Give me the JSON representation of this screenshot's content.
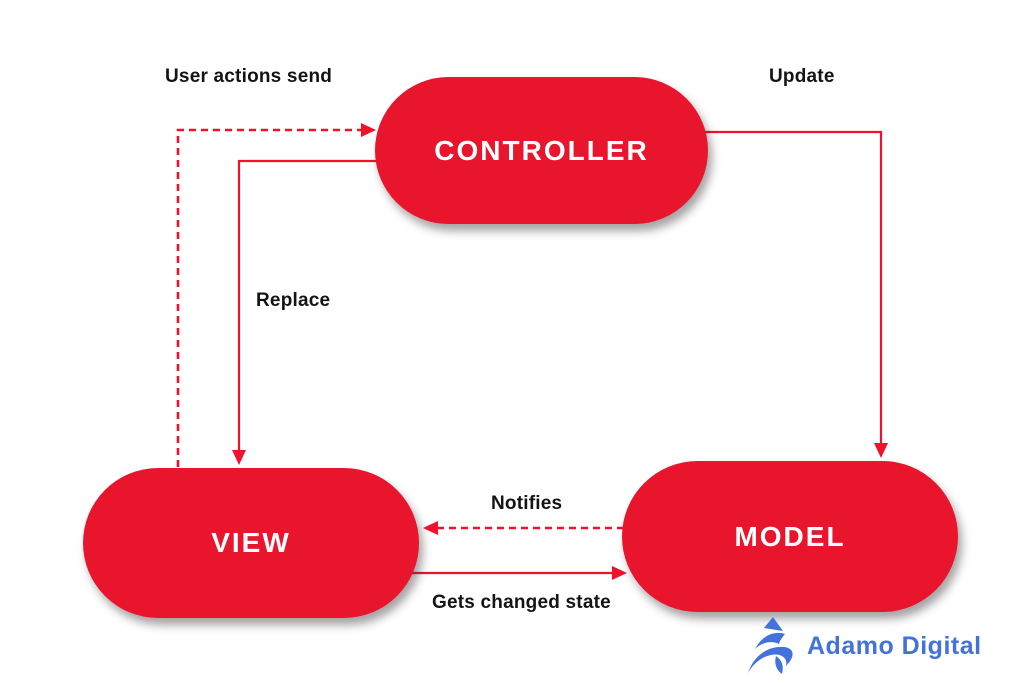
{
  "diagram": {
    "type": "flowchart",
    "subject": "MVC pattern",
    "background": "#ffffff",
    "nodes": [
      {
        "id": "controller",
        "label": "CONTROLLER"
      },
      {
        "id": "view",
        "label": "VIEW"
      },
      {
        "id": "model",
        "label": "MODEL"
      }
    ],
    "edges": [
      {
        "id": "user-actions-send",
        "label": "User actions send",
        "from": "view",
        "to": "controller",
        "style": "dashed"
      },
      {
        "id": "update",
        "label": "Update",
        "from": "controller",
        "to": "model",
        "style": "solid"
      },
      {
        "id": "replace",
        "label": "Replace",
        "from": "controller",
        "to": "view",
        "style": "solid"
      },
      {
        "id": "notifies",
        "label": "Notifies",
        "from": "model",
        "to": "view",
        "style": "dashed"
      },
      {
        "id": "gets-changed-state",
        "label": "Gets changed state",
        "from": "view",
        "to": "model",
        "style": "solid"
      }
    ],
    "colors": {
      "node_fill": "#e8152c",
      "node_text": "#ffffff",
      "arrow": "#f2102b",
      "edge_label_text": "#141414",
      "logo_blue": "#4472db"
    }
  },
  "branding": {
    "name": "Adamo Digital"
  }
}
